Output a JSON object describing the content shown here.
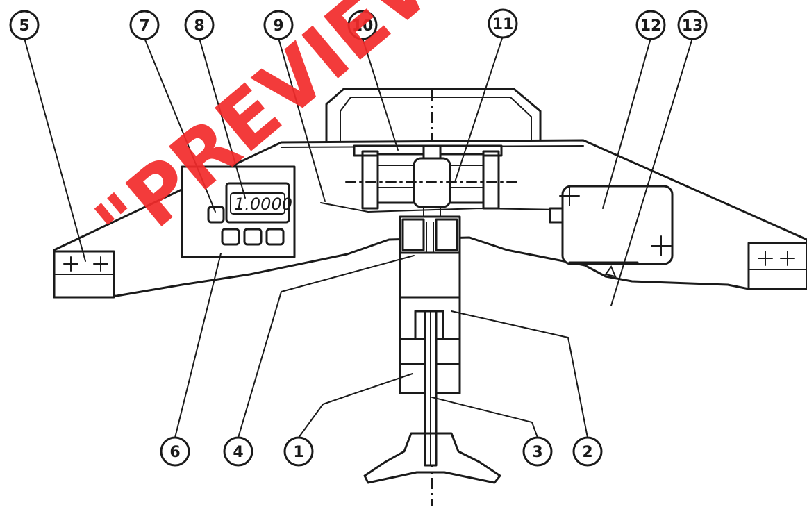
{
  "diagram": {
    "display_reading": "1.0000",
    "watermark": "\"PREVIEW",
    "callouts": [
      {
        "label": "5"
      },
      {
        "label": "7"
      },
      {
        "label": "8"
      },
      {
        "label": "9"
      },
      {
        "label": "10"
      },
      {
        "label": "11"
      },
      {
        "label": "12"
      },
      {
        "label": "13"
      },
      {
        "label": "6"
      },
      {
        "label": "4"
      },
      {
        "label": "1"
      },
      {
        "label": "3"
      },
      {
        "label": "2"
      }
    ]
  },
  "colors": {
    "line": "#1a1a1a",
    "watermark": "#f22b2b",
    "background": "#ffffff"
  }
}
